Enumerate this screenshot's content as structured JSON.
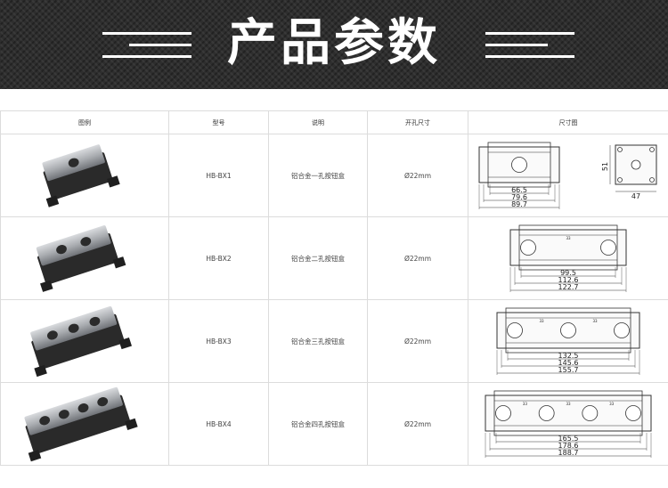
{
  "banner": {
    "title": "产品参数"
  },
  "table": {
    "headers": [
      "图例",
      "型号",
      "说明",
      "开孔尺寸",
      "尺寸图"
    ],
    "rows": [
      {
        "model": "HB-BX1",
        "desc": "铝合金一孔按钮盒",
        "hole": "Ø22mm",
        "holes": 1,
        "dims": [
          "66.5",
          "79.6",
          "89.7"
        ],
        "side_height": "51",
        "side_width": "47",
        "spacing": ""
      },
      {
        "model": "HB-BX2",
        "desc": "铝合金二孔按钮盒",
        "hole": "Ø22mm",
        "holes": 2,
        "dims": [
          "99.5",
          "112.6",
          "122.7"
        ],
        "spacing": "33"
      },
      {
        "model": "HB-BX3",
        "desc": "铝合金三孔按钮盒",
        "hole": "Ø22mm",
        "holes": 3,
        "dims": [
          "132.5",
          "145.6",
          "155.7"
        ],
        "spacing": "33"
      },
      {
        "model": "HB-BX4",
        "desc": "铝合金四孔按钮盒",
        "hole": "Ø22mm",
        "holes": 4,
        "dims": [
          "165.5",
          "178.6",
          "188.7"
        ],
        "spacing": "33"
      }
    ]
  },
  "colors": {
    "banner_bg": "#2e2e2e",
    "banner_text": "#ffffff",
    "grid": "#dcdcdc"
  }
}
